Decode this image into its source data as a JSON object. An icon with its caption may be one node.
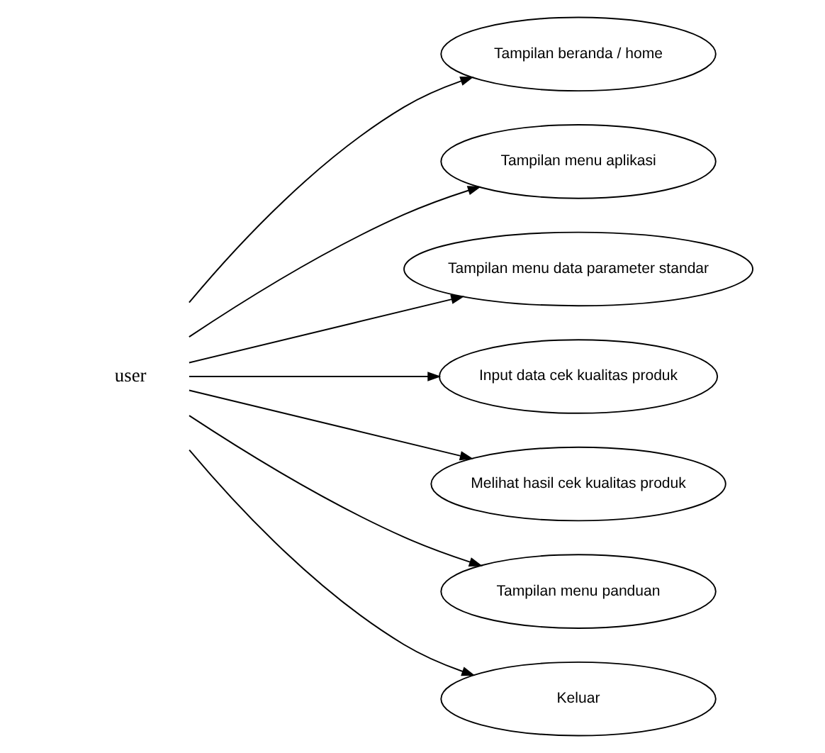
{
  "diagram": {
    "nodes": [
      {
        "text": [
          "user"
        ]
      },
      {
        "text": [
          "Tampilan beranda / home"
        ]
      },
      {
        "text": [
          "Tampilan menu aplikasi"
        ]
      },
      {
        "text": [
          "Tampilan menu data parameter standar"
        ]
      },
      {
        "text": [
          "Input data cek kualitas produk"
        ]
      },
      {
        "text": [
          "Melihat hasil cek kualitas produk"
        ]
      },
      {
        "text": [
          "Tampilan menu panduan"
        ]
      },
      {
        "text": [
          "Keluar"
        ]
      }
    ],
    "edges": [
      {
        "from": 0,
        "to": 1,
        "arrow": "to"
      },
      {
        "from": 0,
        "to": 2,
        "arrow": "to"
      },
      {
        "from": 0,
        "to": 3,
        "arrow": "to"
      },
      {
        "from": 0,
        "to": 4,
        "arrow": "to"
      },
      {
        "from": 0,
        "to": 5,
        "arrow": "to"
      },
      {
        "from": 0,
        "to": 6,
        "arrow": "to"
      },
      {
        "from": 0,
        "to": 7,
        "arrow": "to"
      }
    ]
  }
}
